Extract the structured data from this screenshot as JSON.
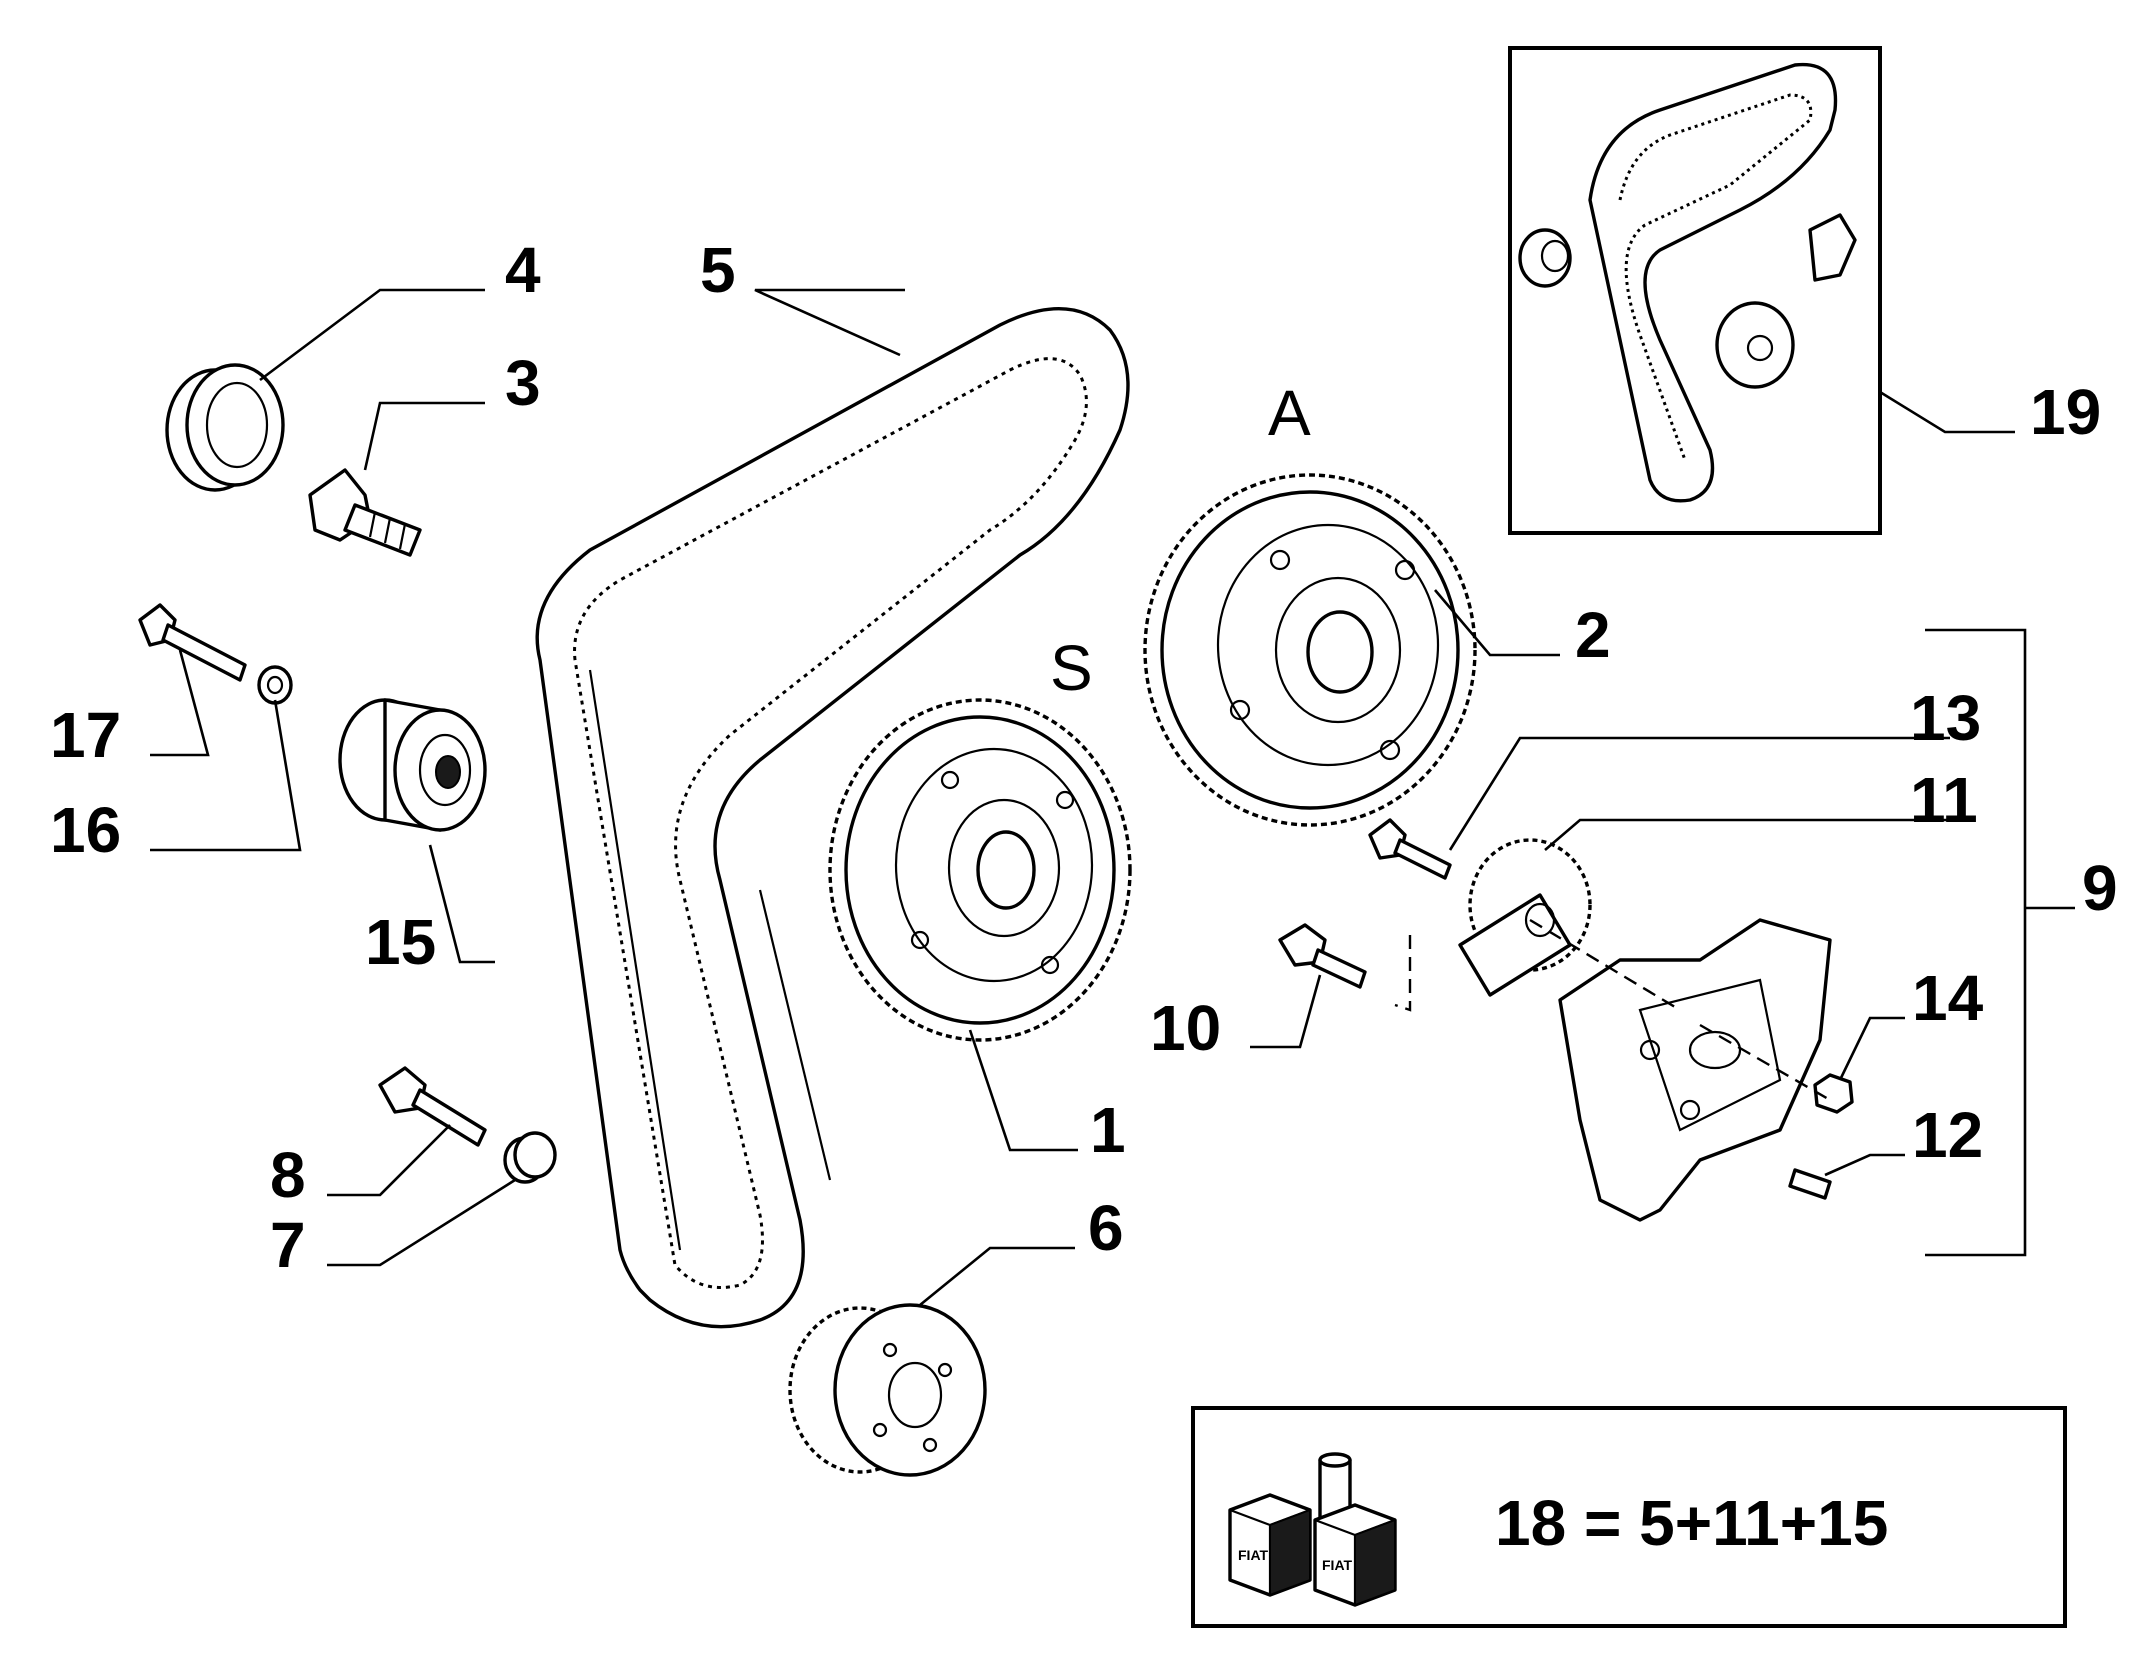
{
  "callouts": {
    "c1": "1",
    "c2": "2",
    "c3": "3",
    "c4": "4",
    "c5": "5",
    "c6": "6",
    "c7": "7",
    "c8": "8",
    "c9": "9",
    "c10": "10",
    "c11": "11",
    "c12": "12",
    "c13": "13",
    "c14": "14",
    "c15": "15",
    "c16": "16",
    "c17": "17",
    "c19": "19"
  },
  "pulley_letters": {
    "intake": "S",
    "exhaust": "A"
  },
  "kit_box": {
    "formula": "18 = 5+11+15",
    "icon": "parts-kit-icon",
    "icon_text": "FIAT"
  }
}
